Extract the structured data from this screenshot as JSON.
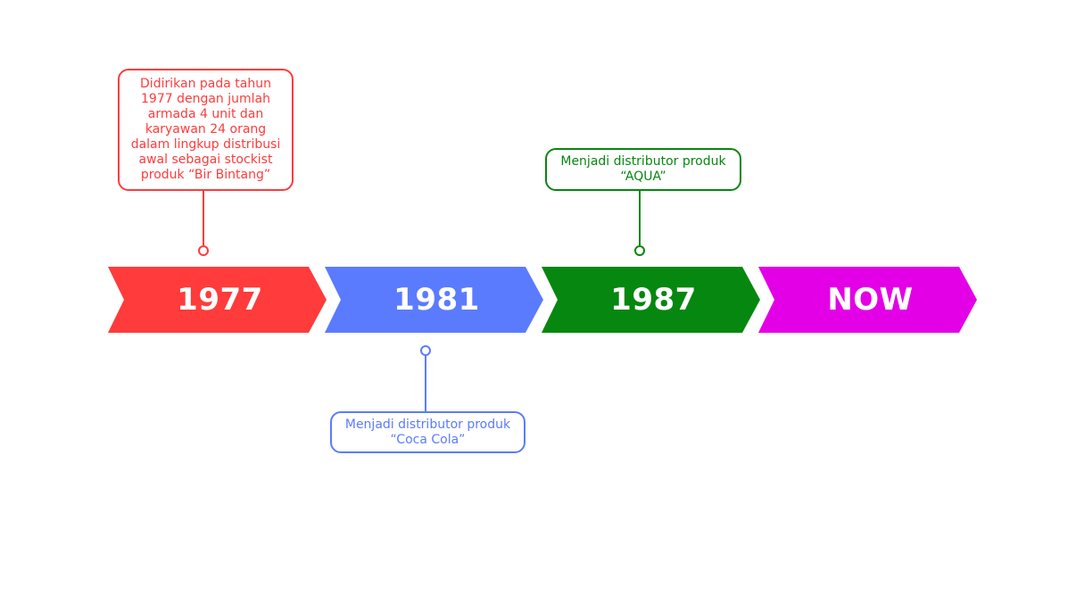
{
  "timeline": {
    "steps": [
      {
        "label": "1977",
        "color": "#FF3B3B"
      },
      {
        "label": "1981",
        "color": "#5B7BFF"
      },
      {
        "label": "1987",
        "color": "#06870F"
      },
      {
        "label": "NOW",
        "color": "#E400E6"
      }
    ],
    "notes": [
      {
        "text": "Didirikan pada tahun 1977 dengan jumlah armada 4 unit dan karyawan 24 orang dalam lingkup distribusi awal sebagai stockist produk “Bir Bintang”",
        "color": "#FF3B3B"
      },
      {
        "text": "Menjadi distributor produk “Coca Cola”",
        "color": "#5B7BFF"
      },
      {
        "text": "Menjadi distributor produk “AQUA”",
        "color": "#06870F"
      }
    ]
  }
}
